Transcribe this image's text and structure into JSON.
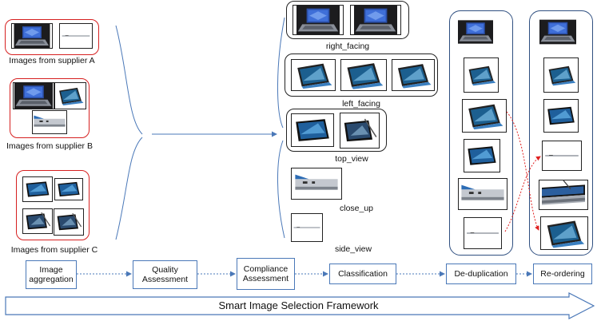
{
  "suppliers": [
    {
      "label": "Images from supplier A",
      "thumbs": [
        "dark-laptop",
        "side-profile"
      ]
    },
    {
      "label": "Images from supplier B",
      "thumbs": [
        "dark-laptop",
        "tablet-left",
        "closeup-port"
      ]
    },
    {
      "label": "Images from supplier C",
      "thumbs": [
        "tablet-blue",
        "tablet-blue",
        "tablet-pen",
        "tablet-pen"
      ]
    }
  ],
  "categories": [
    {
      "label": "right_facing"
    },
    {
      "label": "left_facing"
    },
    {
      "label": "top_view"
    },
    {
      "label": "close_up"
    },
    {
      "label": "side_view"
    }
  ],
  "pipeline": {
    "steps": [
      "Image aggregation",
      "Quality Assessment",
      "Compliance Assessment",
      "Classification",
      "De-duplication",
      "Re-ordering"
    ],
    "framework_label": "Smart Image Selection Framework"
  },
  "colors": {
    "supplier_border": "#d62020",
    "step_border": "#4a78b8",
    "stage_border": "#2f4f80",
    "arrow_blue": "#4a78b8",
    "reorder_arrow": "#e02020"
  }
}
